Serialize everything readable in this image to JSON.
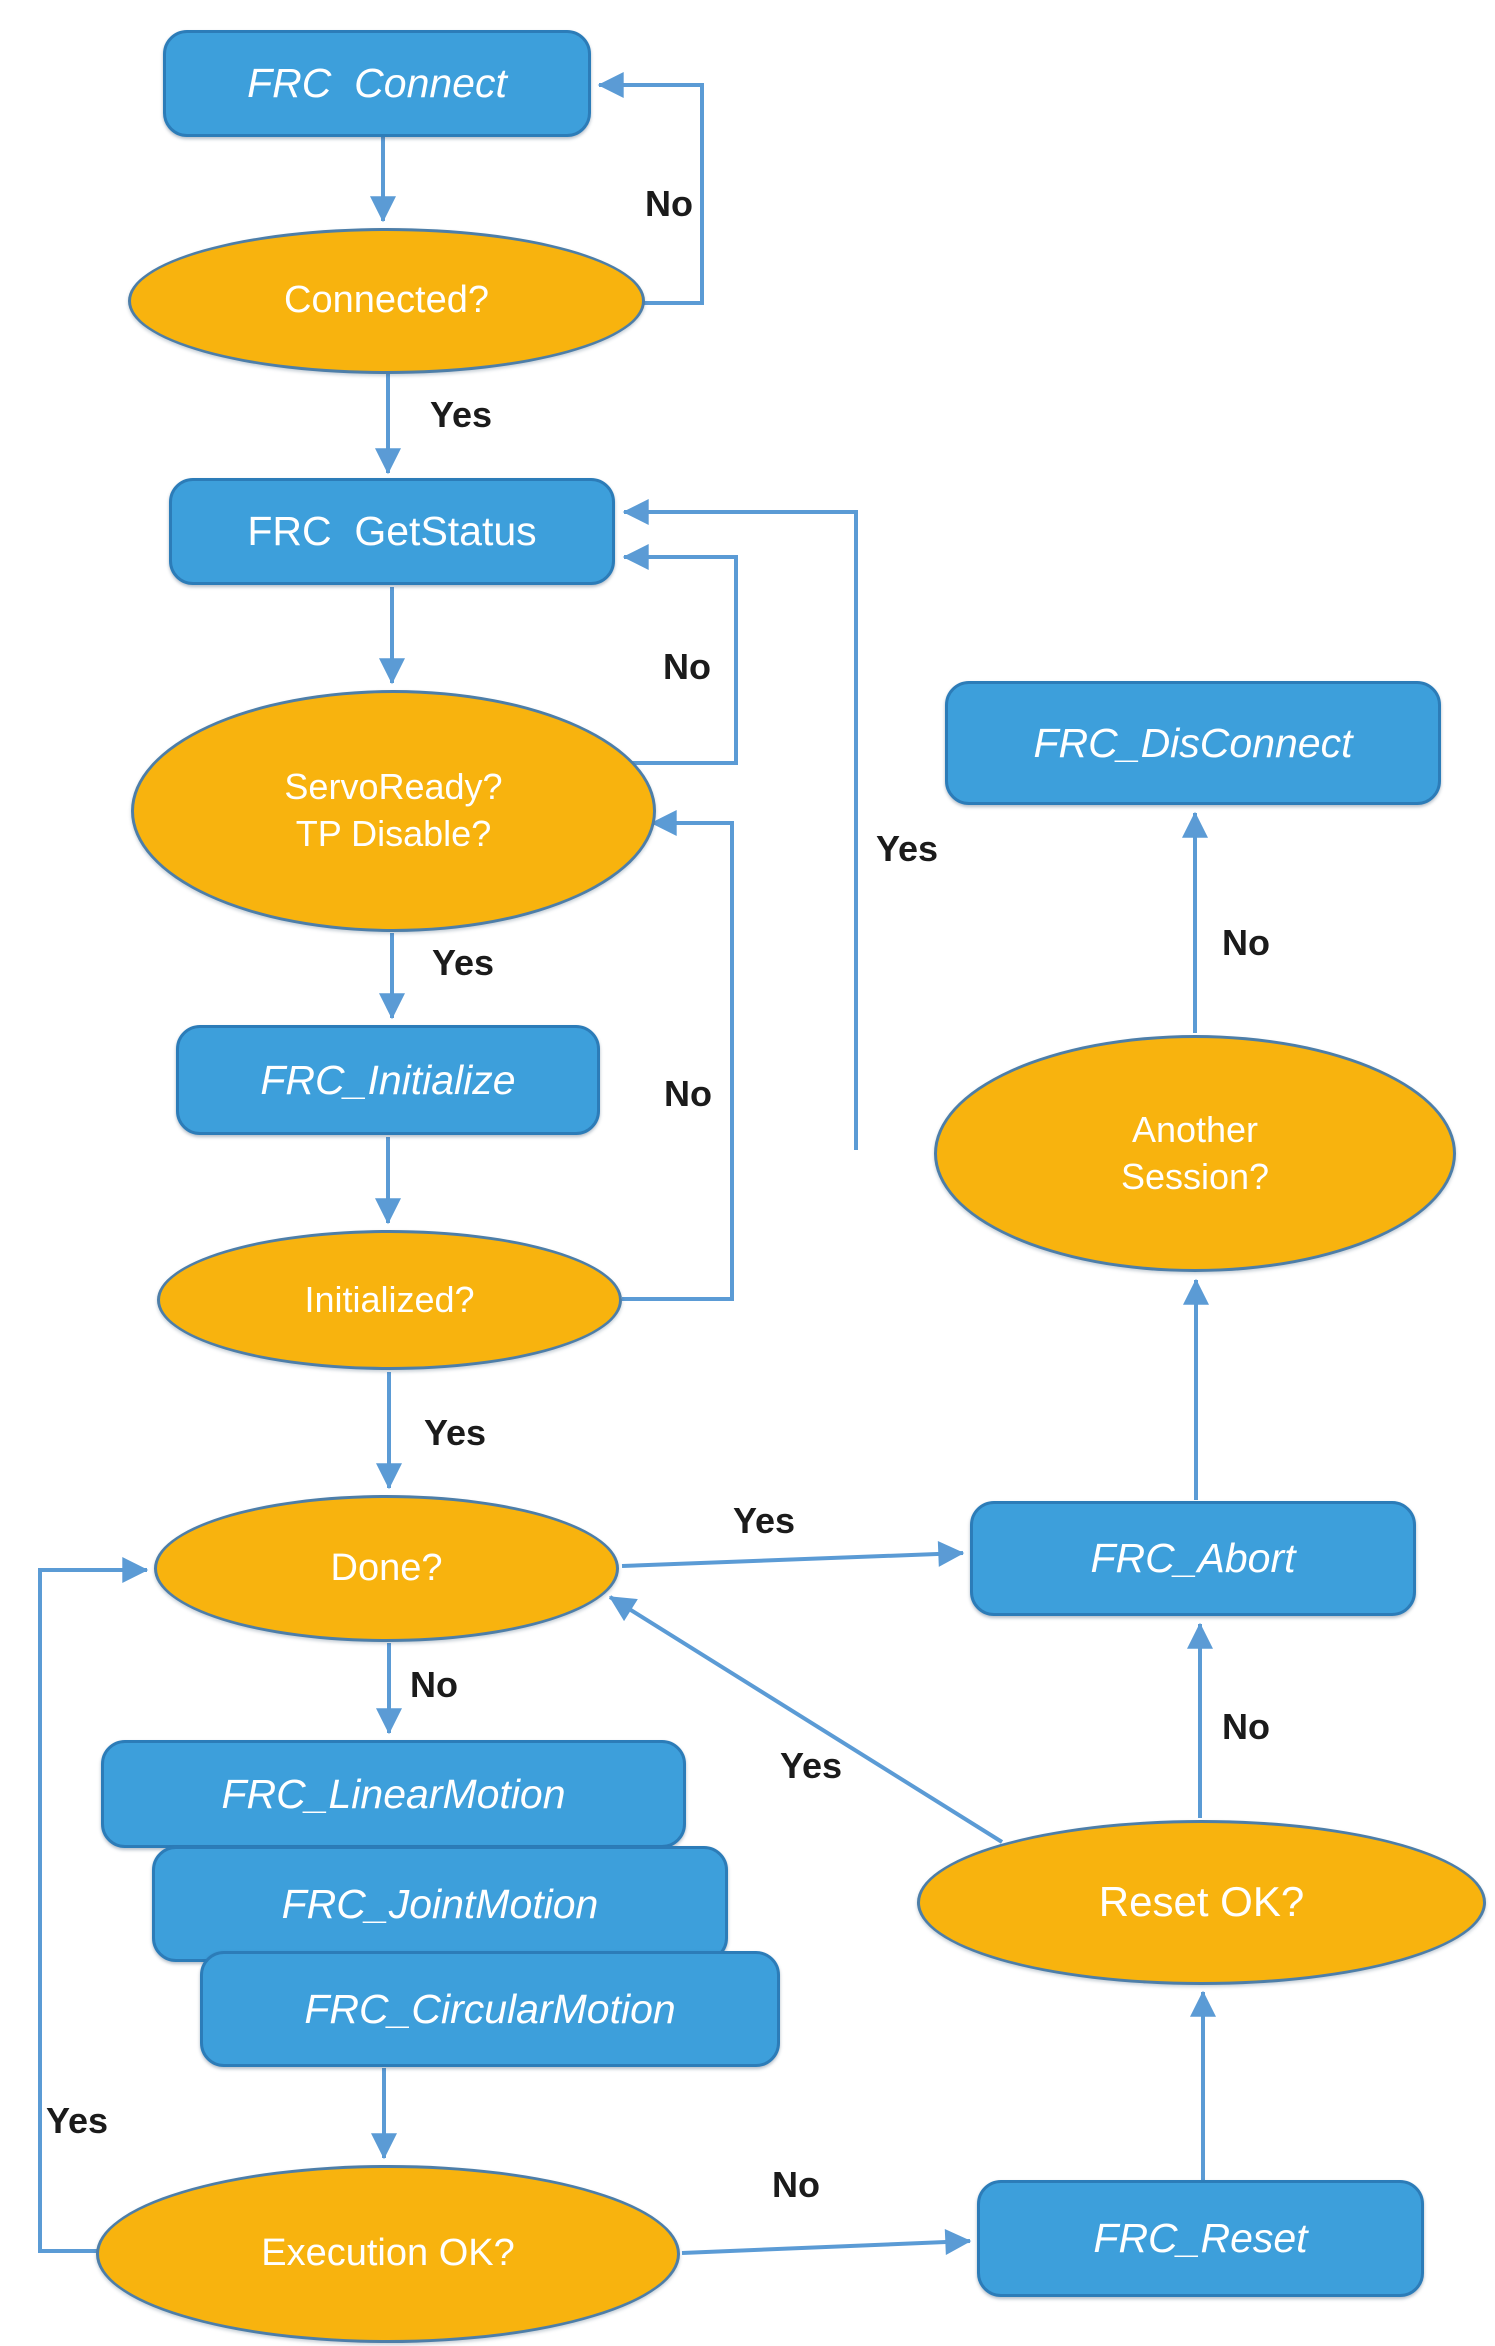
{
  "diagram": {
    "nodes": {
      "connect": {
        "label": "FRC  Connect"
      },
      "connected": {
        "label": "Connected?"
      },
      "getstatus": {
        "label": "FRC  GetStatus"
      },
      "servo": {
        "label_line1": "ServoReady?",
        "label_line2": "TP Disable?"
      },
      "initialize": {
        "label": "FRC_Initialize"
      },
      "initialized": {
        "label": "Initialized?"
      },
      "done": {
        "label": "Done?"
      },
      "linear": {
        "label": "FRC_LinearMotion"
      },
      "joint": {
        "label": "FRC_JointMotion"
      },
      "circular": {
        "label": "FRC_CircularMotion"
      },
      "execution": {
        "label": "Execution OK?"
      },
      "reset": {
        "label": "FRC_Reset"
      },
      "resetok": {
        "label": "Reset OK?"
      },
      "abort": {
        "label": "FRC_Abort"
      },
      "another": {
        "label_line1": "Another",
        "label_line2": "Session?"
      },
      "disconnect": {
        "label": "FRC_DisConnect"
      }
    },
    "edge_labels": {
      "connected_yes": "Yes",
      "connected_no": "No",
      "servo_yes": "Yes",
      "servo_no": "No",
      "initialized_yes": "Yes",
      "initialized_no": "No",
      "done_yes": "Yes",
      "done_no": "No",
      "resetok_yes": "Yes",
      "resetok_no": "No",
      "execution_yes": "Yes",
      "execution_no": "No",
      "another_yes": "Yes",
      "another_no": "No"
    },
    "colors": {
      "process_fill": "#3d9fdb",
      "process_border": "#2c7cb8",
      "decision_fill": "#f8b30e",
      "decision_border": "#4d7ea8",
      "connector": "#5b9bd5",
      "node_text": "#ffffff",
      "edge_label_text": "#1b1b1b",
      "background": "#ffffff"
    }
  }
}
